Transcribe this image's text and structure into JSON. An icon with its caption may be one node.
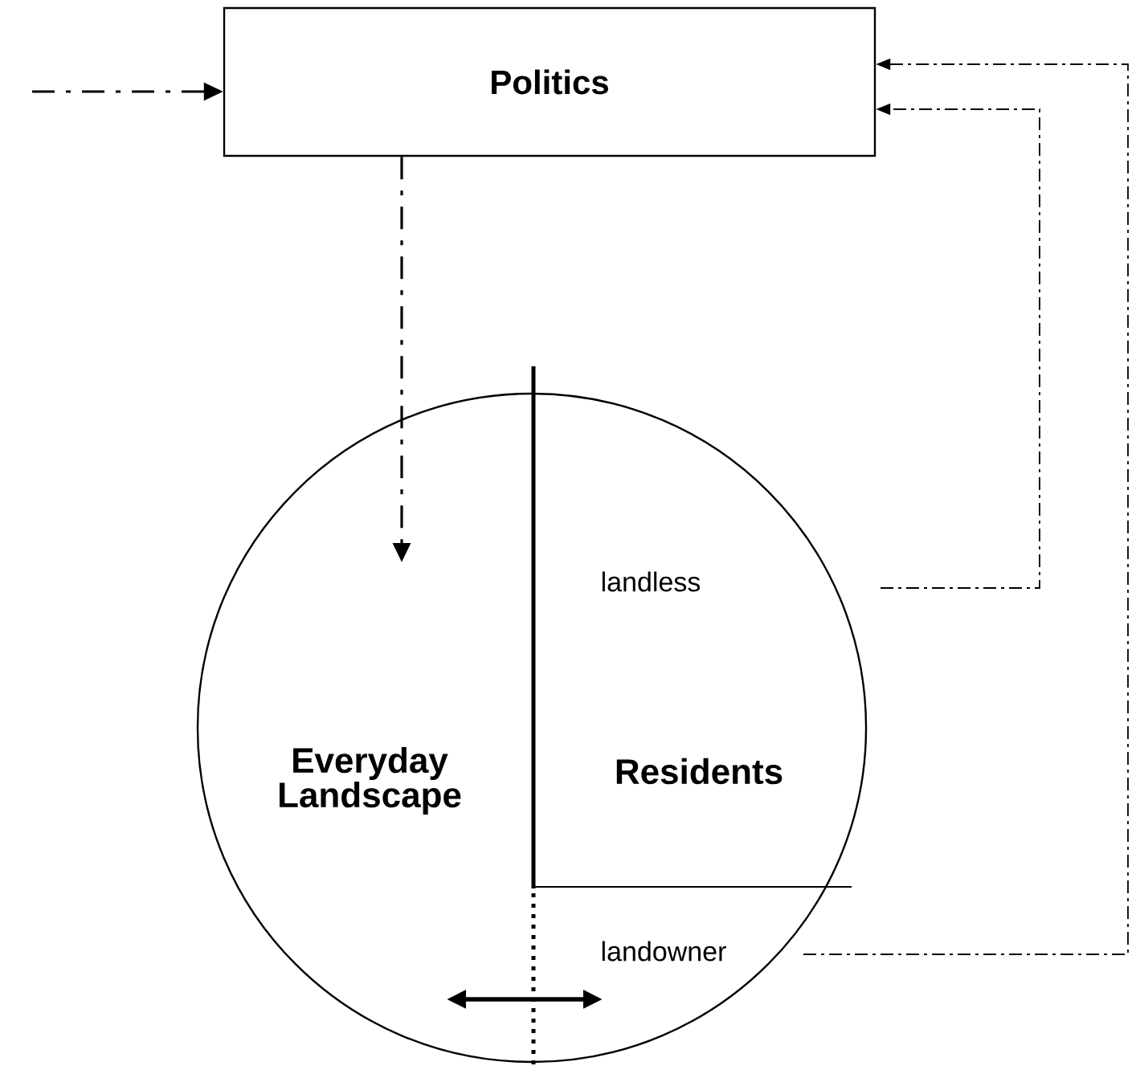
{
  "diagram": {
    "nodes": [
      {
        "text": [
          "Politics"
        ]
      },
      {
        "text": [],
        "shape": "circle"
      },
      {
        "text": [
          "Everyday Landscape"
        ],
        "in": 1
      },
      {
        "text": [
          "landless",
          "Residents"
        ],
        "in": 1
      },
      {
        "text": [
          "landowner"
        ],
        "in": 1
      }
    ],
    "edges": [
      {
        "from": null,
        "to": 0,
        "arrow": "to",
        "style": "dashed"
      },
      {
        "from": 0,
        "to": 1,
        "arrow": "to",
        "style": "dashed"
      },
      {
        "from": 3,
        "to": 0,
        "arrow": "to",
        "style": "dashed"
      },
      {
        "from": 4,
        "to": 0,
        "arrow": "to",
        "style": "dashed"
      }
    ]
  }
}
